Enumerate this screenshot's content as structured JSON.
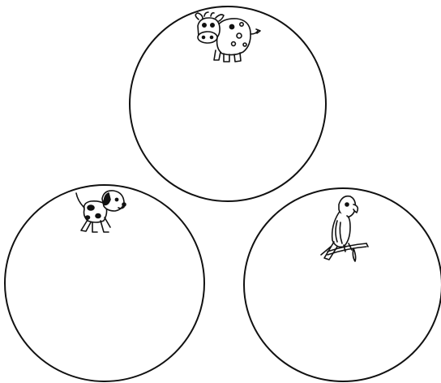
{
  "worksheet": {
    "circles": [
      {
        "id": "top",
        "picture": "cow-icon"
      },
      {
        "id": "left",
        "picture": "dog-icon"
      },
      {
        "id": "right",
        "picture": "parrot-icon"
      }
    ]
  }
}
